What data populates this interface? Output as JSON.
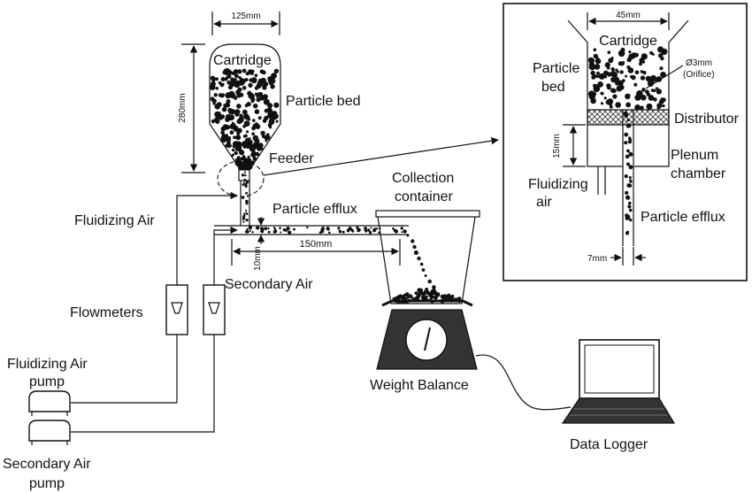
{
  "labels": {
    "cartridge": "Cartridge",
    "particle_bed": "Particle bed",
    "feeder": "Feeder",
    "fluidizing_air": "Fluidizing Air",
    "particle_efflux": "Particle efflux",
    "collection_container_1": "Collection",
    "collection_container_2": "container",
    "secondary_air": "Secondary Air",
    "flowmeters": "Flowmeters",
    "fluidizing_air_pump_1": "Fluidizing Air",
    "fluidizing_air_pump_2": "pump",
    "secondary_air_pump_1": "Secondary Air",
    "secondary_air_pump_2": "pump",
    "weight_balance": "Weight Balance",
    "data_logger": "Data Logger"
  },
  "dimensions": {
    "cartridge_width": "125mm",
    "cartridge_height": "280mm",
    "efflux_length": "150mm",
    "efflux_offset": "10mm"
  },
  "inset": {
    "width": "45mm",
    "cartridge": "Cartridge",
    "particle_bed_1": "Particle",
    "particle_bed_2": "bed",
    "orifice_1": "Ø3mm",
    "orifice_2": "(Orifice)",
    "distributor": "Distributor",
    "plenum_1": "Plenum",
    "plenum_2": "chamber",
    "height": "15mm",
    "fluidizing_air_1": "Fluidizing",
    "fluidizing_air_2": "air",
    "particle_efflux": "Particle efflux",
    "tube_width": "7mm"
  }
}
